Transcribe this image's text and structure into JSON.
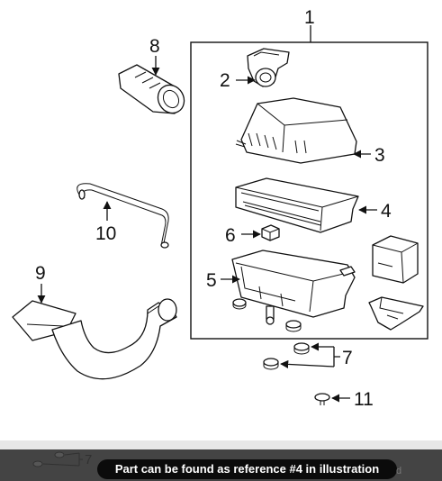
{
  "diagram": {
    "callouts": {
      "c1": "1",
      "c2": "2",
      "c3": "3",
      "c4": "4",
      "c5": "5",
      "c6": "6",
      "c7": "7",
      "c8": "8",
      "c9": "9",
      "c10": "10",
      "c11": "11"
    }
  },
  "footer": {
    "banner_text": "Part can be found as reference #4 in illustration",
    "ghost_callout": "7",
    "ghost_suffix": "d"
  }
}
